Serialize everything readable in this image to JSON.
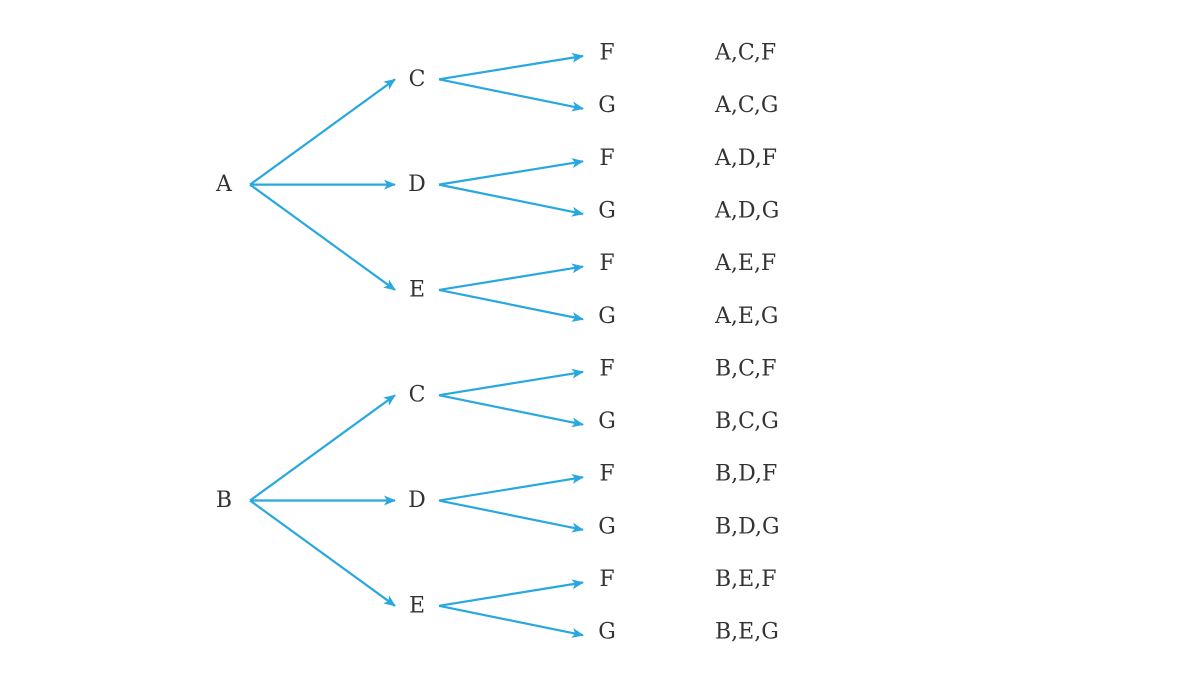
{
  "colors": {
    "arrow": "#29a8e0",
    "text": "#333333"
  },
  "tree": {
    "roots": [
      {
        "label": "A",
        "children": [
          {
            "label": "C",
            "leaves": [
              "F",
              "G"
            ],
            "outcomes": [
              "A,C,F",
              "A,C,G"
            ]
          },
          {
            "label": "D",
            "leaves": [
              "F",
              "G"
            ],
            "outcomes": [
              "A,D,F",
              "A,D,G"
            ]
          },
          {
            "label": "E",
            "leaves": [
              "F",
              "G"
            ],
            "outcomes": [
              "A,E,F",
              "A,E,G"
            ]
          }
        ]
      },
      {
        "label": "B",
        "children": [
          {
            "label": "C",
            "leaves": [
              "F",
              "G"
            ],
            "outcomes": [
              "B,C,F",
              "B,C,G"
            ]
          },
          {
            "label": "D",
            "leaves": [
              "F",
              "G"
            ],
            "outcomes": [
              "B,D,F",
              "B,D,G"
            ]
          },
          {
            "label": "E",
            "leaves": [
              "F",
              "G"
            ],
            "outcomes": [
              "B,E,F",
              "B,E,G"
            ]
          }
        ]
      }
    ]
  }
}
